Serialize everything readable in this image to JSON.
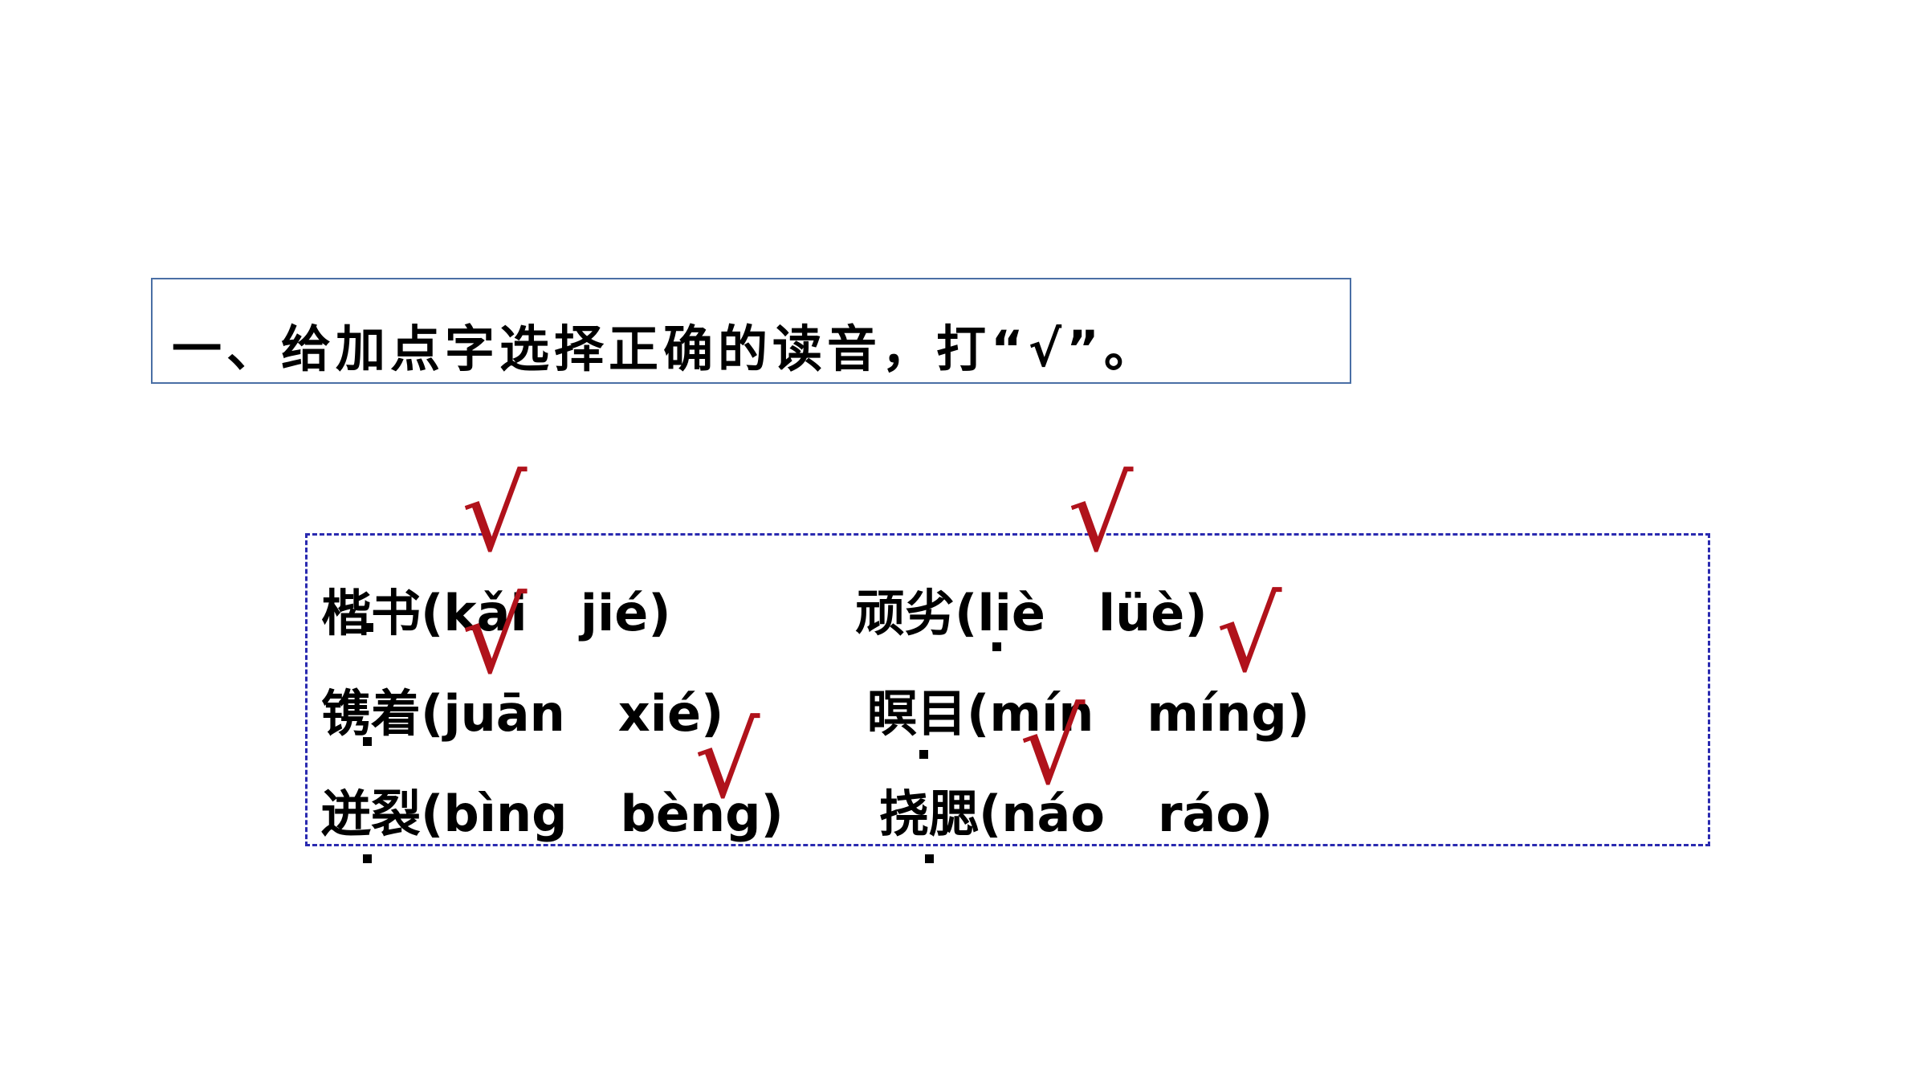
{
  "title": "一、给加点字选择正确的读音，打“√”。",
  "items": [
    {
      "word": "楷书",
      "py1": "(kǎi",
      "py2": "jié)"
    },
    {
      "word": "顽劣",
      "py1": "(liè",
      "py2": "lüè)"
    },
    {
      "word": "镌着",
      "py1": "(juān",
      "py2": "xié)"
    },
    {
      "word": "瞑目",
      "py1": "(mín",
      "py2": "míng)"
    },
    {
      "word": "迸裂",
      "py1": "(bìng",
      "py2": "bèng)"
    },
    {
      "word": "挠腮",
      "py1": "(náo",
      "py2": "ráo)"
    }
  ],
  "check_mark": "√",
  "colors": {
    "check": "#b0121b",
    "title_border": "#4a6fa5",
    "answer_border": "#2a2ab0"
  }
}
